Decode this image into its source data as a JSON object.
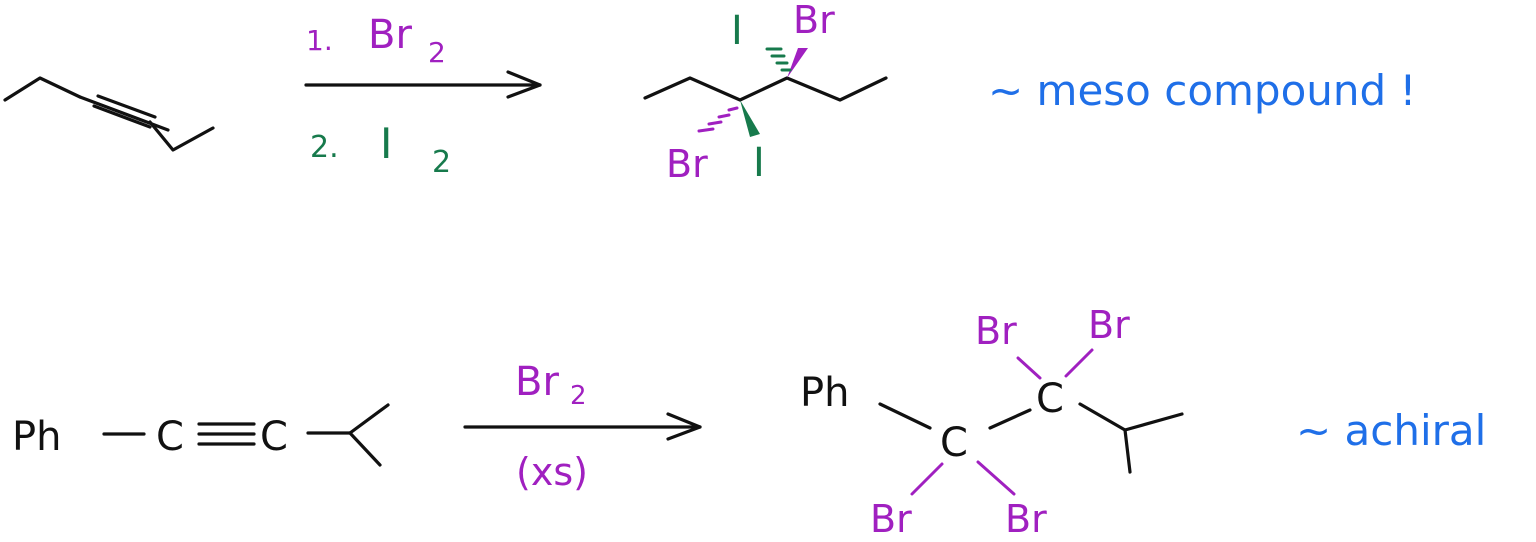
{
  "colors": {
    "ink": "#111111",
    "bromine": "#a020c0",
    "iodine": "#177a4c",
    "note": "#1f6fe8"
  },
  "reaction1": {
    "step1_number": "1.",
    "step1_reagent": "Br",
    "step1_subscript": "2",
    "step2_number": "2.",
    "step2_reagent": "I",
    "step2_subscript": "2",
    "product_labels": {
      "iodine_top": "I",
      "bromine_top": "Br",
      "bromine_bottom": "Br",
      "iodine_bottom": "I"
    },
    "note": "~ meso compound !"
  },
  "reaction2": {
    "reactant_ph": "Ph",
    "reactant_c1": "C",
    "reactant_c2": "C",
    "reagent": "Br",
    "reagent_subscript": "2",
    "condition": "(xs)",
    "product_labels": {
      "ph": "Ph",
      "c_left": "C",
      "c_right": "C",
      "br_top_left": "Br",
      "br_top_right": "Br",
      "br_bottom_left": "Br",
      "br_bottom_right": "Br"
    },
    "note": "~ achiral"
  }
}
